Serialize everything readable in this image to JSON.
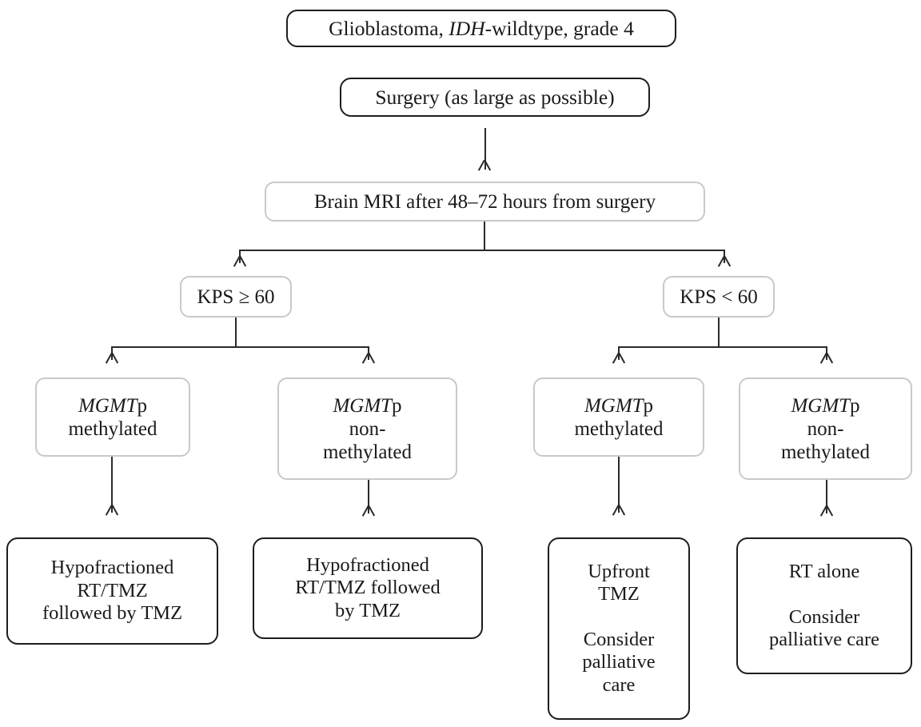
{
  "diagram": {
    "title": "Glioblastoma IDH-wildtype treatment algorithm",
    "colors": {
      "dark_border": "#1d1d1d",
      "light_border": "#c9c9c9",
      "connector": "#2a2a2a",
      "text": "#1a1a1a",
      "background": "#ffffff"
    }
  },
  "nodes": {
    "diagnosis": {
      "label_pre": "Glioblastoma, ",
      "label_italic": "IDH",
      "label_post": "-wildtype, grade 4",
      "border": "dark"
    },
    "surgery": {
      "label": "Surgery (as large as possible)",
      "border": "dark"
    },
    "mri": {
      "label": "Brain MRI after 48–72 hours from surgery",
      "border": "light"
    },
    "kps_high": {
      "label": "KPS ≥ 60",
      "border": "light"
    },
    "kps_low": {
      "label": "KPS < 60",
      "border": "light"
    },
    "mgmt_meth_left": {
      "label_italic": "MGMT",
      "label_post": "p\nmethylated",
      "border": "light"
    },
    "mgmt_nonmeth_left": {
      "label_italic": "MGMT",
      "label_post": "p\nnon-\nmethylated",
      "border": "light"
    },
    "mgmt_meth_right": {
      "label_italic": "MGMT",
      "label_post": "p\nmethylated",
      "border": "light"
    },
    "mgmt_nonmeth_right": {
      "label_italic": "MGMT",
      "label_post": "p\nnon-\nmethylated",
      "border": "light"
    },
    "treat_1": {
      "label": "Hypofractioned\nRT/TMZ\nfollowed by TMZ",
      "border": "dark"
    },
    "treat_2": {
      "label": "Hypofractioned\nRT/TMZ followed\nby TMZ",
      "border": "dark"
    },
    "treat_3": {
      "label": "Upfront\nTMZ\n\nConsider\npalliative\ncare",
      "border": "dark"
    },
    "treat_4": {
      "label": "RT alone\n\nConsider\npalliative care",
      "border": "dark"
    }
  },
  "connectors": [
    {
      "name": "surgery-to-mri",
      "type": "vertical-arrow"
    },
    {
      "name": "mri-to-kps-branch",
      "type": "split-two"
    },
    {
      "name": "kps-high-to-mgmt-branch",
      "type": "split-two"
    },
    {
      "name": "kps-low-to-mgmt-branch",
      "type": "split-two"
    },
    {
      "name": "mgmt-meth-left-to-treat-1",
      "type": "vertical-arrow"
    },
    {
      "name": "mgmt-nonmeth-left-to-treat-2",
      "type": "vertical-arrow"
    },
    {
      "name": "mgmt-meth-right-to-treat-3",
      "type": "vertical-arrow"
    },
    {
      "name": "mgmt-nonmeth-right-to-treat-4",
      "type": "vertical-arrow"
    }
  ]
}
